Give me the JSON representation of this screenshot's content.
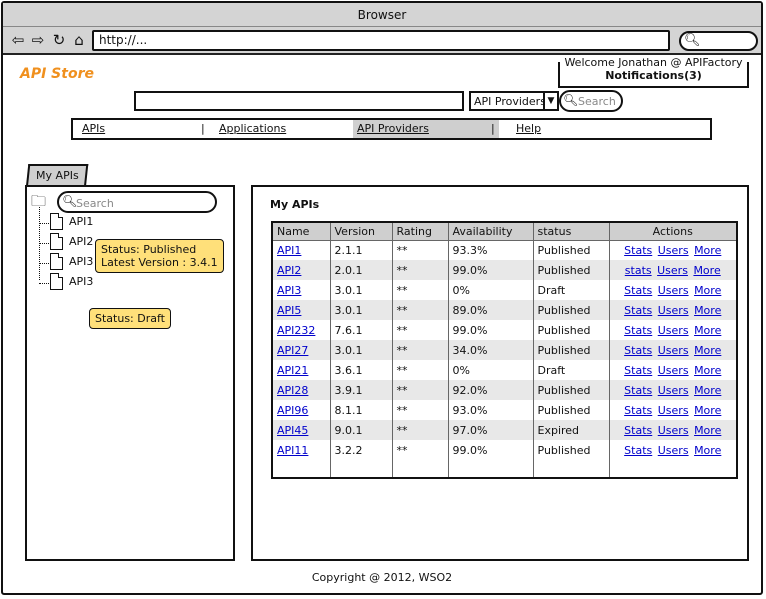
{
  "browser": {
    "title": "Browser",
    "url": "http://..."
  },
  "store": {
    "title": "API Store",
    "welcome": "Welcome Jonathan @ APIFactory",
    "notifications": "Notifications(3)",
    "search_value": "",
    "provider_select": "API Providers",
    "search_placeholder": "Search"
  },
  "menu": {
    "items": [
      {
        "label": "APIs",
        "active": false
      },
      {
        "label": "Applications",
        "active": false
      },
      {
        "label": "API Providers",
        "active": true
      },
      {
        "label": "Help",
        "active": false
      }
    ]
  },
  "sidebar": {
    "tab": "My APIs",
    "search_placeholder": "Search",
    "tree": [
      "API1",
      "API2",
      "API3",
      "API3"
    ],
    "tooltip1": {
      "line1": "Status: Published",
      "line2": "Latest Version : 3.4.1"
    },
    "tooltip2": "Status: Draft"
  },
  "main": {
    "title": "My APIs",
    "columns": [
      "Name",
      "Version",
      "Rating",
      "Availability",
      "status",
      "Actions"
    ],
    "rows": [
      {
        "name": "API1",
        "version": "2.1.1",
        "rating": "**",
        "availability": "93.3%",
        "status": "Published",
        "actions": [
          "Stats",
          "Users",
          "More"
        ]
      },
      {
        "name": "API2",
        "version": "2.0.1",
        "rating": "**",
        "availability": "99.0%",
        "status": "Published",
        "actions": [
          "stats",
          "Users",
          "More"
        ]
      },
      {
        "name": "API3",
        "version": "3.0.1",
        "rating": "**",
        "availability": "0%",
        "status": "Draft",
        "actions": [
          "Stats",
          "Users",
          "More"
        ]
      },
      {
        "name": "API5",
        "version": "3.0.1",
        "rating": "**",
        "availability": "89.0%",
        "status": "Published",
        "actions": [
          "Stats",
          "Users",
          "More"
        ]
      },
      {
        "name": "API232",
        "version": "7.6.1",
        "rating": "**",
        "availability": "99.0%",
        "status": "Published",
        "actions": [
          "Stats",
          "Users",
          "More"
        ]
      },
      {
        "name": "API27",
        "version": "3.0.1",
        "rating": "**",
        "availability": "34.0%",
        "status": "Published",
        "actions": [
          "Stats",
          "Users",
          "More"
        ]
      },
      {
        "name": "API21",
        "version": "3.6.1",
        "rating": "**",
        "availability": "0%",
        "status": "Draft",
        "actions": [
          "Stats",
          "Users",
          "More"
        ]
      },
      {
        "name": "API28",
        "version": "3.9.1",
        "rating": "**",
        "availability": "92.0%",
        "status": "Published",
        "actions": [
          "Stats",
          "Users",
          "More"
        ]
      },
      {
        "name": "API96",
        "version": "8.1.1",
        "rating": "**",
        "availability": "93.0%",
        "status": "Published",
        "actions": [
          "Stats",
          "Users",
          "More"
        ]
      },
      {
        "name": "API45",
        "version": "9.0.1",
        "rating": "**",
        "availability": "97.0%",
        "status": "Expired",
        "actions": [
          "Stats",
          "Users",
          "More"
        ]
      },
      {
        "name": "API11",
        "version": "3.2.2",
        "rating": "**",
        "availability": "99.0%",
        "status": "Published",
        "actions": [
          "Stats",
          "Users",
          "More"
        ]
      }
    ]
  },
  "footer": "Copyright @ 2012, WSO2"
}
